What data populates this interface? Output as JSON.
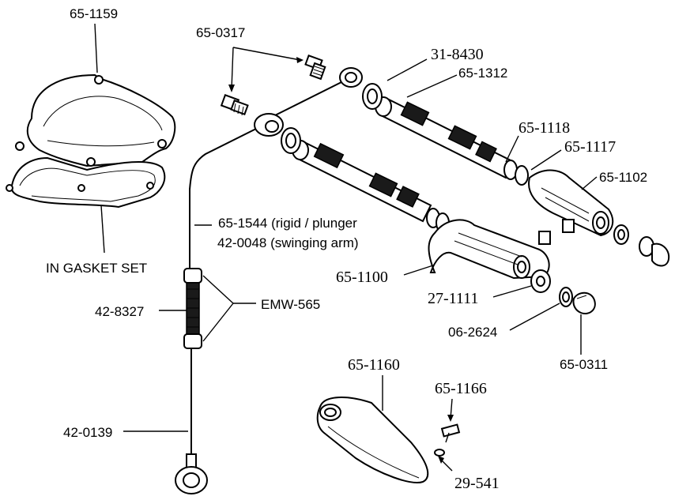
{
  "labels": {
    "p_65_1159": "65-1159",
    "p_65_0317": "65-0317",
    "p_31_8430": "31-8430",
    "p_65_1312": "65-1312",
    "p_65_1118": "65-1118",
    "p_65_1117": "65-1117",
    "p_65_1102": "65-1102",
    "p_65_1544": "65-1544 (rigid / plunger",
    "p_42_0048": "42-0048 (swinging arm)",
    "in_gasket_set": "IN GASKET SET",
    "p_65_1100": "65-1100",
    "p_27_1111": "27-1111",
    "p_42_8327": "42-8327",
    "emw_565": "EMW-565",
    "p_06_2624": "06-2624",
    "p_65_0311": "65-0311",
    "p_65_1160": "65-1160",
    "p_65_1166": "65-1166",
    "p_42_0139": "42-0139",
    "p_29_541": "29-541"
  }
}
